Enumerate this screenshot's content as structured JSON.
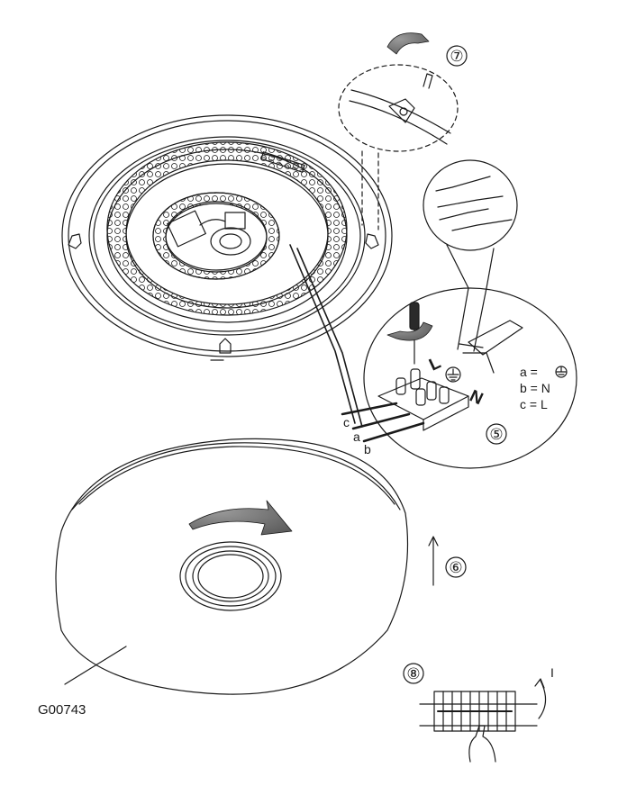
{
  "steps": {
    "step5": "⑤",
    "step6": "⑥",
    "step7": "⑦",
    "step8": "⑧"
  },
  "wiring_legend": {
    "a": "a =",
    "b": "b = N",
    "c": "c = L"
  },
  "wire_labels": {
    "a": "a",
    "b": "b",
    "c": "c"
  },
  "terminal_labels": {
    "live": "L",
    "neutral": "N"
  },
  "breaker_label": "I",
  "figure_code": "G00743",
  "colors": {
    "line": "#1a1a1a",
    "arrow_fill": "#7a7a7a"
  },
  "icons": [
    "earth-ground-icon",
    "screwdriver-icon",
    "rotate-arrow-icon",
    "up-arrow-icon"
  ]
}
